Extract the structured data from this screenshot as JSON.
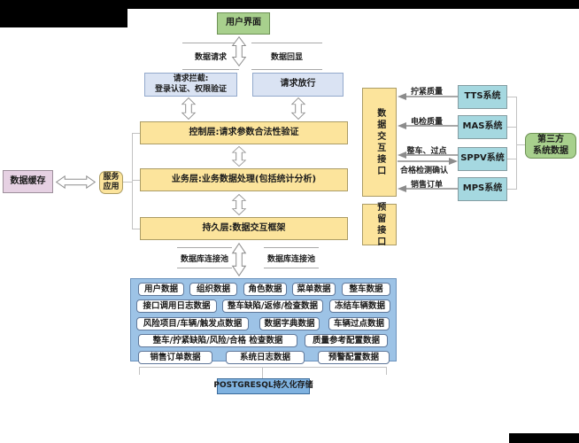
{
  "colors": {
    "green_box": "#a8d08d",
    "light_blue_box": "#dae3f3",
    "yellow_box": "#fce49c",
    "cyan_box": "#a5d8e0",
    "pink_box": "#e6d1e3",
    "db_container_blue": "#9dc3e6",
    "storage_blue": "#7fb2e0"
  },
  "top": {
    "user_interface": "用户界面",
    "data_request": "数据请求",
    "data_echo": "数据回显",
    "request_intercept_line1": "请求拦截:",
    "request_intercept_line2": "登录认证、权限验证",
    "request_pass": "请求放行"
  },
  "layers": {
    "control": "控制层:请求参数合法性验证",
    "business": "业务层:业务数据处理(包括统计分析)",
    "persistence": "持久层:数据交互框架"
  },
  "left": {
    "data_cache": "数据缓存",
    "service_app_line1": "服务",
    "service_app_line2": "应用"
  },
  "right": {
    "data_interface": "数据交互接口",
    "reserved_interface": "预留接口",
    "systems": [
      "TTS系统",
      "MAS系统",
      "SPPV系统",
      "MPS系统"
    ],
    "flow_labels": [
      "拧紧质量",
      "电检质量",
      "整车、过点",
      "合格检测确认",
      "销售订单"
    ],
    "third_party_line1": "第三方",
    "third_party_line2": "系统数据"
  },
  "bottom": {
    "pool_label_left": "数据库连接池",
    "pool_label_right": "数据库连接池",
    "db_rows": [
      [
        "用户数据",
        "组织数据",
        "角色数据",
        "菜单数据",
        "整车数据"
      ],
      [
        "接口调用日志数据",
        "整车缺陷/返修/检查数据",
        "冻结车辆数据"
      ],
      [
        "风险项目/车辆/触发点数据",
        "数据字典数据",
        "车辆过点数据"
      ],
      [
        "整车/拧紧缺陷/风险/合格 检查数据",
        "质量参考配置数据"
      ],
      [
        "销售订单数据",
        "系统日志数据",
        "预警配置数据"
      ]
    ],
    "storage": "POSTGRESQL持久化存储"
  }
}
